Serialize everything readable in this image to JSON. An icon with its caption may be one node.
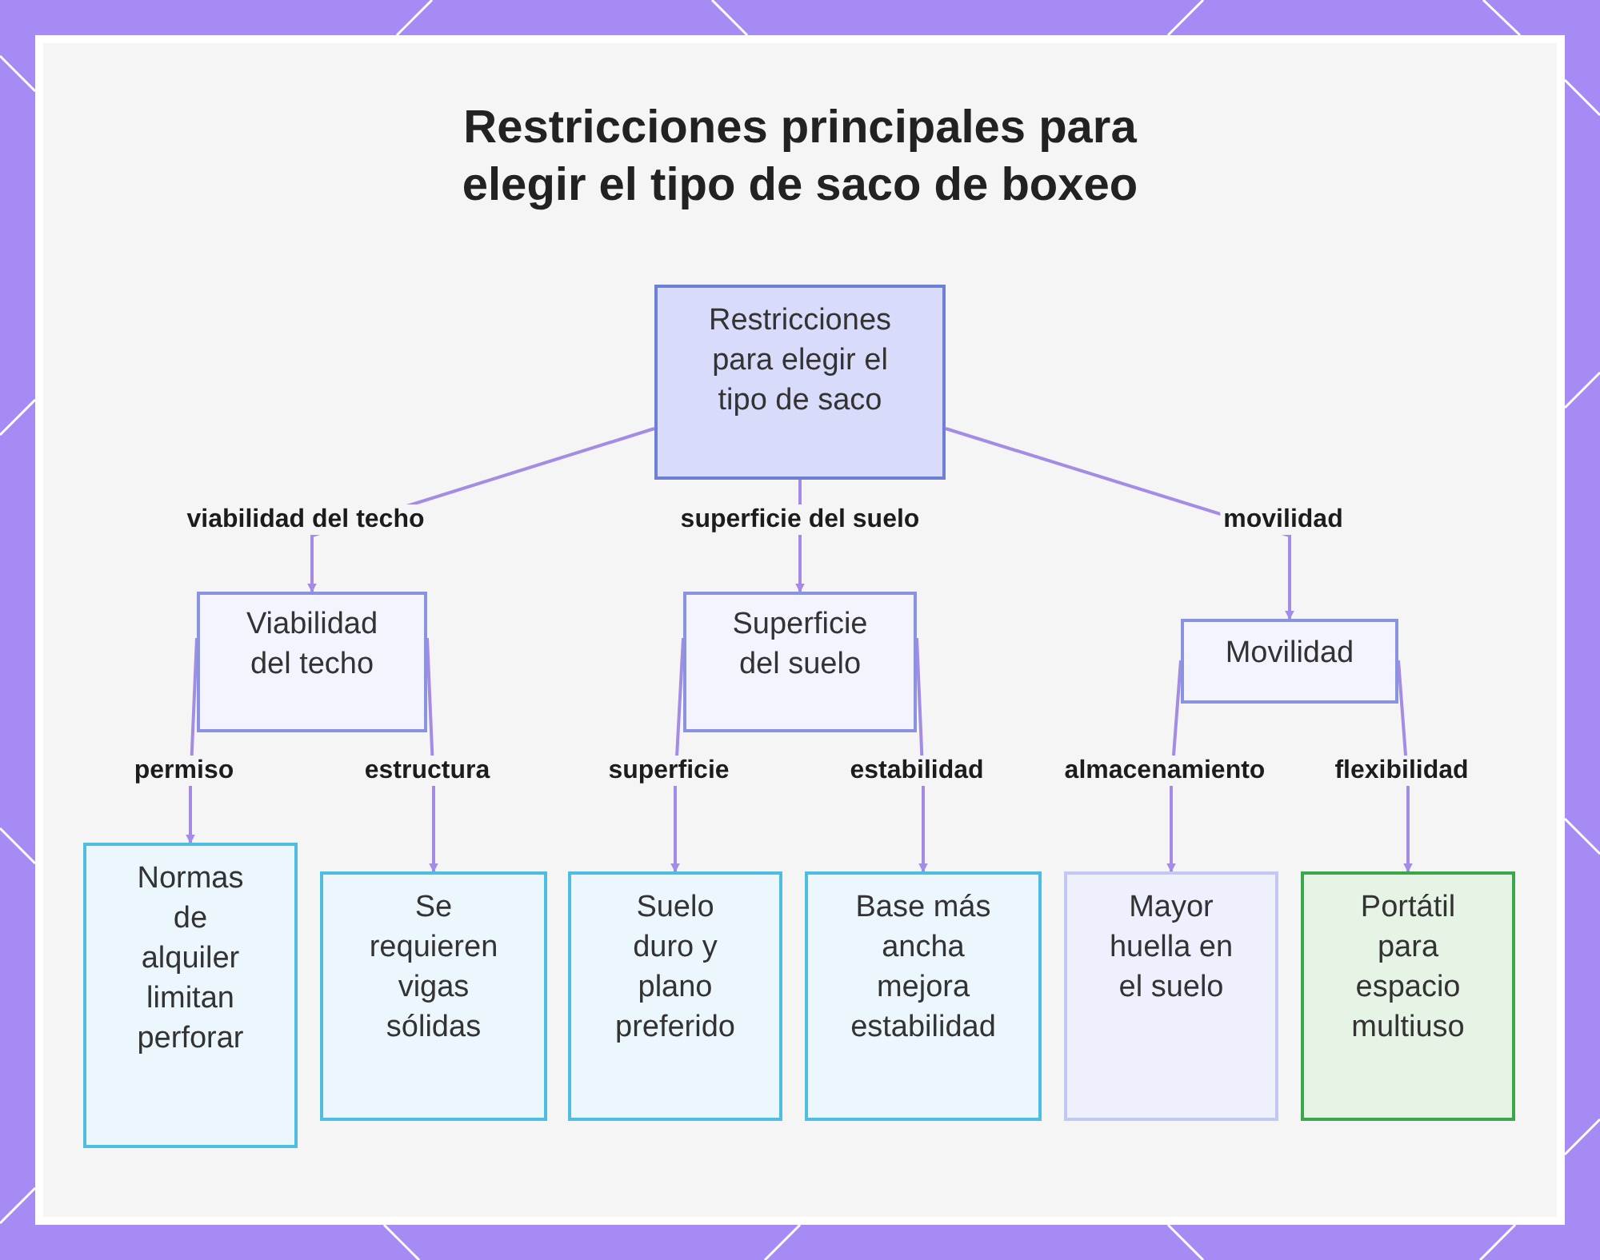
{
  "diagram": {
    "title": "Restricciones principales para elegir el tipo de saco de boxeo",
    "nodes": [
      {
        "text": [
          "Restricciones para elegir el tipo de saco"
        ]
      },
      {
        "text": [
          "Viabilidad del techo"
        ]
      },
      {
        "text": [
          "Superficie del suelo"
        ]
      },
      {
        "text": [
          "Movilidad"
        ]
      },
      {
        "text": [
          "Normas de alquiler limitan perforar"
        ]
      },
      {
        "text": [
          "Se requieren vigas sólidas"
        ]
      },
      {
        "text": [
          "Suelo duro y plano preferido"
        ]
      },
      {
        "text": [
          "Base más ancha mejora estabilidad"
        ]
      },
      {
        "text": [
          "Mayor huella en el suelo"
        ]
      },
      {
        "text": [
          "Portátil para espacio multiuso"
        ]
      }
    ],
    "edges": [
      {
        "from": 0,
        "to": 1,
        "arrow": "to",
        "label": "viabilidad del techo"
      },
      {
        "from": 0,
        "to": 2,
        "arrow": "to",
        "label": "superficie del suelo"
      },
      {
        "from": 0,
        "to": 3,
        "arrow": "to",
        "label": "movilidad"
      },
      {
        "from": 1,
        "to": 4,
        "arrow": "to",
        "label": "permiso"
      },
      {
        "from": 1,
        "to": 5,
        "arrow": "to",
        "label": "estructura"
      },
      {
        "from": 2,
        "to": 6,
        "arrow": "to",
        "label": "superficie"
      },
      {
        "from": 2,
        "to": 7,
        "arrow": "to",
        "label": "estabilidad"
      },
      {
        "from": 3,
        "to": 8,
        "arrow": "to",
        "label": "almacenamiento"
      },
      {
        "from": 3,
        "to": 9,
        "arrow": "to",
        "label": "flexibilidad"
      }
    ]
  }
}
